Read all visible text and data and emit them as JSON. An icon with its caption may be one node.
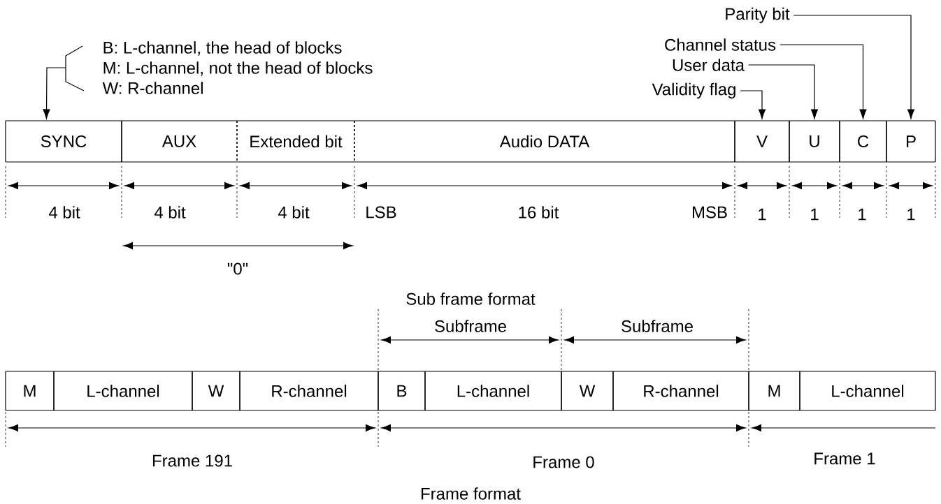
{
  "diagram": {
    "nodes": [
      {
        "text": [
          "SYNC"
        ]
      },
      {
        "text": [
          "AUX"
        ]
      },
      {
        "text": [
          "Extended bit"
        ]
      },
      {
        "text": [
          "Audio DATA"
        ]
      },
      {
        "text": [
          "V"
        ]
      },
      {
        "text": [
          "U"
        ]
      },
      {
        "text": [
          "C"
        ]
      },
      {
        "text": [
          "P"
        ]
      },
      {
        "text": [
          "B:  L-channel, the head of blocks",
          "M: L-channel, not the head of blocks",
          "W: R-channel"
        ]
      },
      {
        "text": [
          "Parity bit"
        ]
      },
      {
        "text": [
          "Channel status"
        ]
      },
      {
        "text": [
          "User data"
        ]
      },
      {
        "text": [
          "Validity flag"
        ]
      },
      {
        "text": [
          "M"
        ]
      },
      {
        "text": [
          "L-channel"
        ]
      },
      {
        "text": [
          "W"
        ]
      },
      {
        "text": [
          "R-channel"
        ]
      },
      {
        "text": [
          "B"
        ]
      },
      {
        "text": [
          "L-channel"
        ]
      },
      {
        "text": [
          "W"
        ]
      },
      {
        "text": [
          "R-channel"
        ]
      },
      {
        "text": [
          "M"
        ]
      },
      {
        "text": [
          "L-channel"
        ]
      }
    ],
    "edges": [
      {
        "from": 8,
        "to": 0,
        "arrow": "to"
      },
      {
        "from": 12,
        "to": 4,
        "arrow": "to"
      },
      {
        "from": 11,
        "to": 5,
        "arrow": "to"
      },
      {
        "from": 10,
        "to": 6,
        "arrow": "to"
      },
      {
        "from": 9,
        "to": 7,
        "arrow": "to"
      }
    ],
    "labels": [
      "4 bit",
      "4 bit",
      "4 bit",
      "LSB",
      "16 bit",
      "MSB",
      "1",
      "1",
      "1",
      "1",
      "\"0\"",
      "Sub frame format",
      "Subframe",
      "Subframe",
      "Frame 191",
      "Frame 0",
      "Frame 1",
      "Frame format"
    ]
  }
}
